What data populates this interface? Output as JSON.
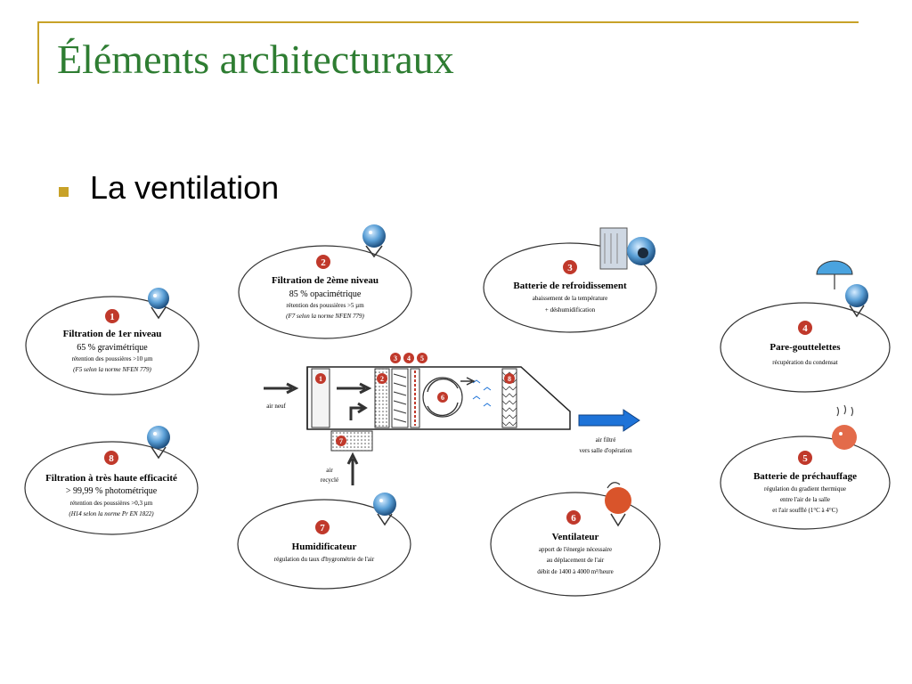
{
  "title": "Éléments architecturaux",
  "bullet": "La ventilation",
  "colors": {
    "title": "#2e7d32",
    "accent": "#c8a228",
    "marker": "#c0392b",
    "ellipse": "#333333",
    "outflow": "#1e73d8"
  },
  "diagram": {
    "components": [
      {
        "num": "1",
        "title": "Filtration de 1er niveau",
        "spec": "65 % gravimétrique",
        "detail": "rétention des poussières >10 µm",
        "norm": "(F5 selon la norme NFEN 779)"
      },
      {
        "num": "2",
        "title": "Filtration de 2ème niveau",
        "spec": "85 % opacimétrique",
        "detail": "rétention des poussières >5 µm",
        "norm": "(F7 selon la norme NFEN 779)"
      },
      {
        "num": "3",
        "title": "Batterie de refroidissement",
        "detail": "abaissement de la température",
        "detail2": "+ déshumidification"
      },
      {
        "num": "4",
        "title": "Pare-gouttelettes",
        "detail": "récupération du condensat"
      },
      {
        "num": "5",
        "title": "Batterie de préchauffage",
        "detail": "régulation du gradient thermique",
        "detail2": "entre l'air de la salle",
        "detail3": "et l'air soufflé (1°C à 4°C)"
      },
      {
        "num": "6",
        "title": "Ventilateur",
        "detail": "apport de l'énergie nécessaire",
        "detail2": "au déplacement de l'air",
        "detail3": "débit de 1400 à 4000 m³/heure"
      },
      {
        "num": "7",
        "title": "Humidificateur",
        "detail": "régulation du taux d'hygrométrie de l'air"
      },
      {
        "num": "8",
        "title": "Filtration à très haute efficacité",
        "spec": "> 99,99 % photométrique",
        "detail": "rétention des poussières >0,3 µm",
        "norm": "(H14 selon la norme Pr EN 1822)"
      }
    ],
    "labels": {
      "air_neuf": "air neuf",
      "air_recycle_1": "air",
      "air_recycle_2": "recyclé",
      "air_filtre_1": "air filtré",
      "air_filtre_2": "vers salle d'opération"
    },
    "unit_markers": [
      "1",
      "2",
      "3",
      "4",
      "5",
      "6",
      "7",
      "8"
    ]
  }
}
